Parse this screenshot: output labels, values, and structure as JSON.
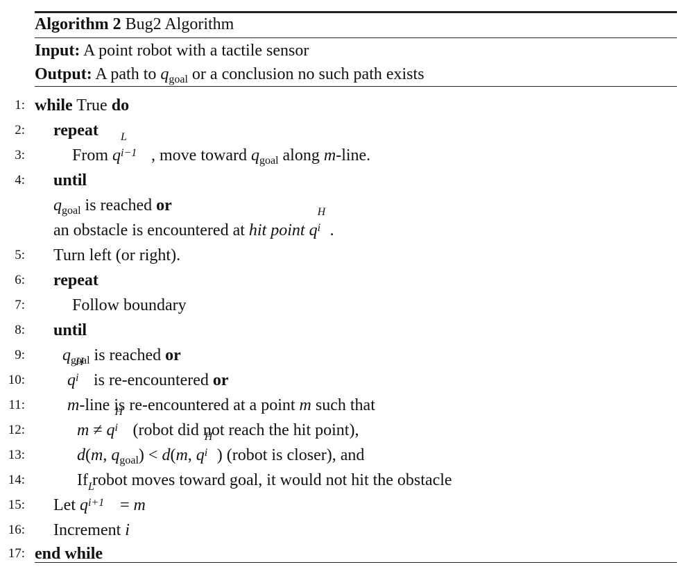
{
  "header": {
    "algorithm_label": "Algorithm 2",
    "algorithm_name": "Bug2 Algorithm",
    "input_label": "Input:",
    "input_text": "A point robot with a tactile sensor",
    "output_label": "Output:",
    "output_text_a": "A path to",
    "output_text_b": "or a conclusion no such path exists"
  },
  "symbols": {
    "q": "q",
    "goal": "goal",
    "L": "L",
    "H": "H",
    "i": "i",
    "i_minus_1": "i−1",
    "i_plus_1": "i+1",
    "m": "m",
    "d": "d"
  },
  "lines": {
    "l1": {
      "num": "1:",
      "kw1": "while",
      "text": "True",
      "kw2": "do"
    },
    "l2": {
      "num": "2:",
      "kw": "repeat"
    },
    "l3": {
      "num": "3:",
      "a": "From",
      "b": ", move toward",
      "c": "along",
      "d": "-line."
    },
    "l4": {
      "num": "4:",
      "kw": "until"
    },
    "l4a": {
      "text": "is reached",
      "kw": "or"
    },
    "l4b": {
      "text": "an obstacle is encountered at",
      "hit": "hit point",
      "end": "."
    },
    "l5": {
      "num": "5:",
      "text": "Turn left (or right)."
    },
    "l6": {
      "num": "6:",
      "kw": "repeat"
    },
    "l7": {
      "num": "7:",
      "text": "Follow boundary"
    },
    "l8": {
      "num": "8:",
      "kw": "until"
    },
    "l9": {
      "num": "9:",
      "text": "is reached",
      "kw": "or"
    },
    "l10": {
      "num": "10:",
      "text": "is re-encountered",
      "kw": "or"
    },
    "l11": {
      "num": "11:",
      "text": "-line is re-encountered at a point",
      "end": "such that"
    },
    "l12": {
      "num": "12:",
      "neq": "≠",
      "text": "(robot did not reach the hit point),"
    },
    "l13": {
      "num": "13:",
      "lt": "<",
      "text": "(robot is closer), and"
    },
    "l14": {
      "num": "14:",
      "text": "If robot moves toward goal, it would not hit the obstacle"
    },
    "l15": {
      "num": "15:",
      "text": "Let",
      "eq": "="
    },
    "l16": {
      "num": "16:",
      "text": "Increment"
    },
    "l17": {
      "num": "17:",
      "kw": "end while"
    }
  }
}
